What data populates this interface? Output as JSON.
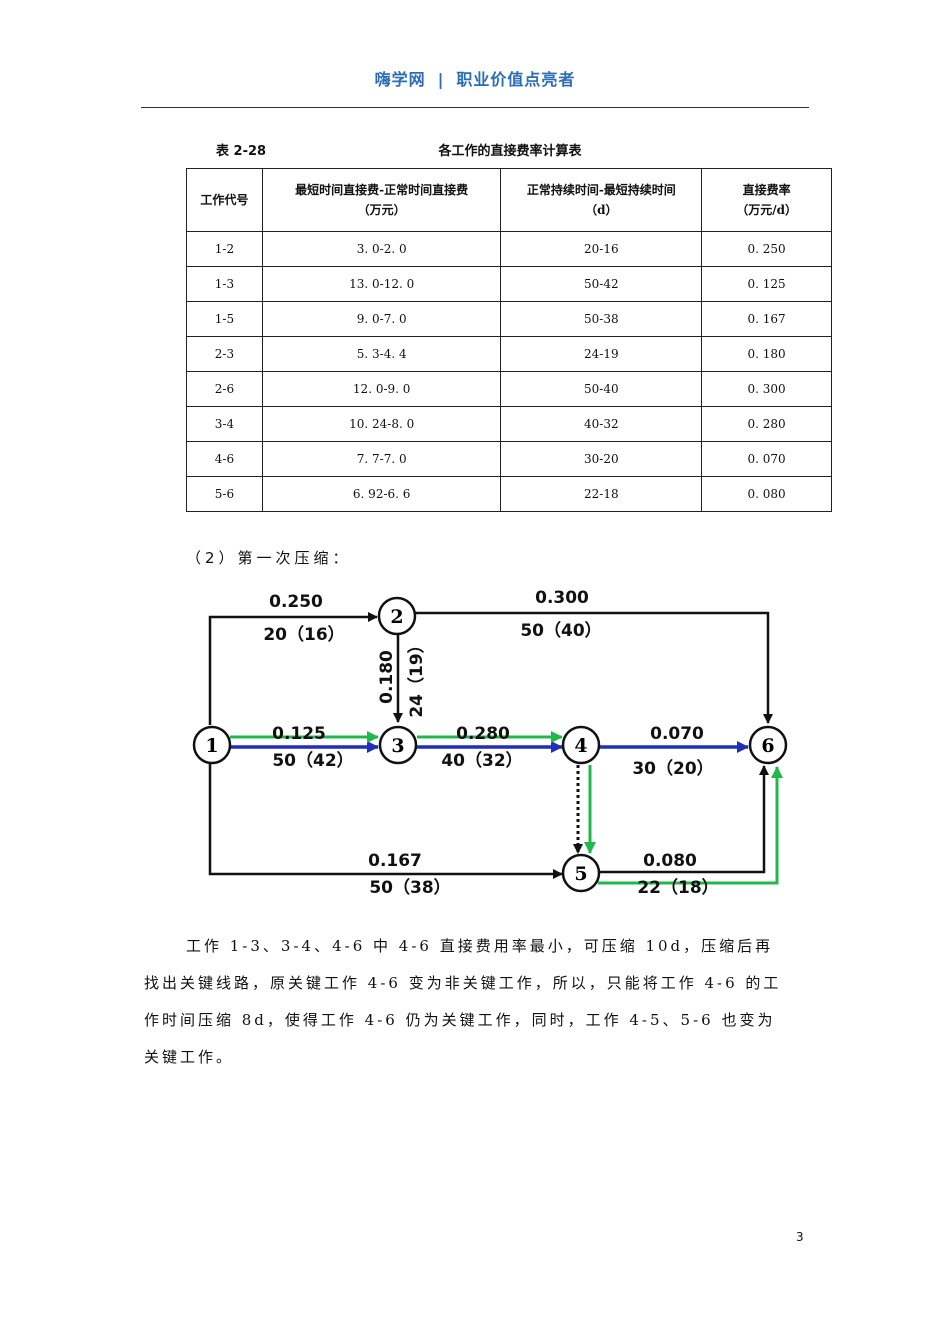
{
  "header": {
    "site": "嗨学网",
    "separator": "|",
    "slogan": "职业价值点亮者"
  },
  "table": {
    "number": "表 2-28",
    "title": "各工作的直接费率计算表",
    "columns": [
      {
        "line1": "工作代号",
        "line2": ""
      },
      {
        "line1": "最短时间直接费-正常时间直接费",
        "line2": "（万元）"
      },
      {
        "line1": "正常持续时间-最短持续时间",
        "line2": "（d）"
      },
      {
        "line1": "直接费率",
        "line2": "（万元/d）"
      }
    ],
    "rows": [
      [
        "1-2",
        "3. 0-2. 0",
        "20-16",
        "0. 250"
      ],
      [
        "1-3",
        "13. 0-12. 0",
        "50-42",
        "0. 125"
      ],
      [
        "1-5",
        "9. 0-7. 0",
        "50-38",
        "0. 167"
      ],
      [
        "2-3",
        "5. 3-4. 4",
        "24-19",
        "0. 180"
      ],
      [
        "2-6",
        "12. 0-9. 0",
        "50-40",
        "0. 300"
      ],
      [
        "3-4",
        "10. 24-8. 0",
        "40-32",
        "0. 280"
      ],
      [
        "4-6",
        "7. 7-7. 0",
        "30-20",
        "0. 070"
      ],
      [
        "5-6",
        "6. 92-6. 6",
        "22-18",
        "0. 080"
      ]
    ]
  },
  "subheading": "（2）第一次压缩：",
  "network": {
    "colors": {
      "line": "#111111",
      "critical_blue": "#1f2fb8",
      "critical_green": "#1fb84a"
    },
    "nodes": [
      "1",
      "2",
      "3",
      "4",
      "5",
      "6"
    ],
    "edge_labels": {
      "e12_rate": "0.250",
      "e12_dur": "20（16）",
      "e26_rate": "0.300",
      "e26_dur": "50（40）",
      "e23_rate": "0.180",
      "e23_dur": "24（19）",
      "e13_rate": "0.125",
      "e13_dur": "50（42）",
      "e34_rate": "0.280",
      "e34_dur": "40（32）",
      "e46_rate": "0.070",
      "e46_dur": "30（20）",
      "e15_rate": "0.167",
      "e15_dur": "50（38）",
      "e56_rate": "0.080",
      "e56_dur": "22（18）"
    }
  },
  "paragraph": "工作 1-3、3-4、4-6 中 4-6 直接费用率最小，可压缩 10d，压缩后再找出关键线路，原关键工作 4-6 变为非关键工作，所以，只能将工作 4-6 的工作时间压缩 8d，使得工作 4-6 仍为关键工作，同时，工作 4-5、5-6 也变为关键工作。",
  "page_number": "3"
}
